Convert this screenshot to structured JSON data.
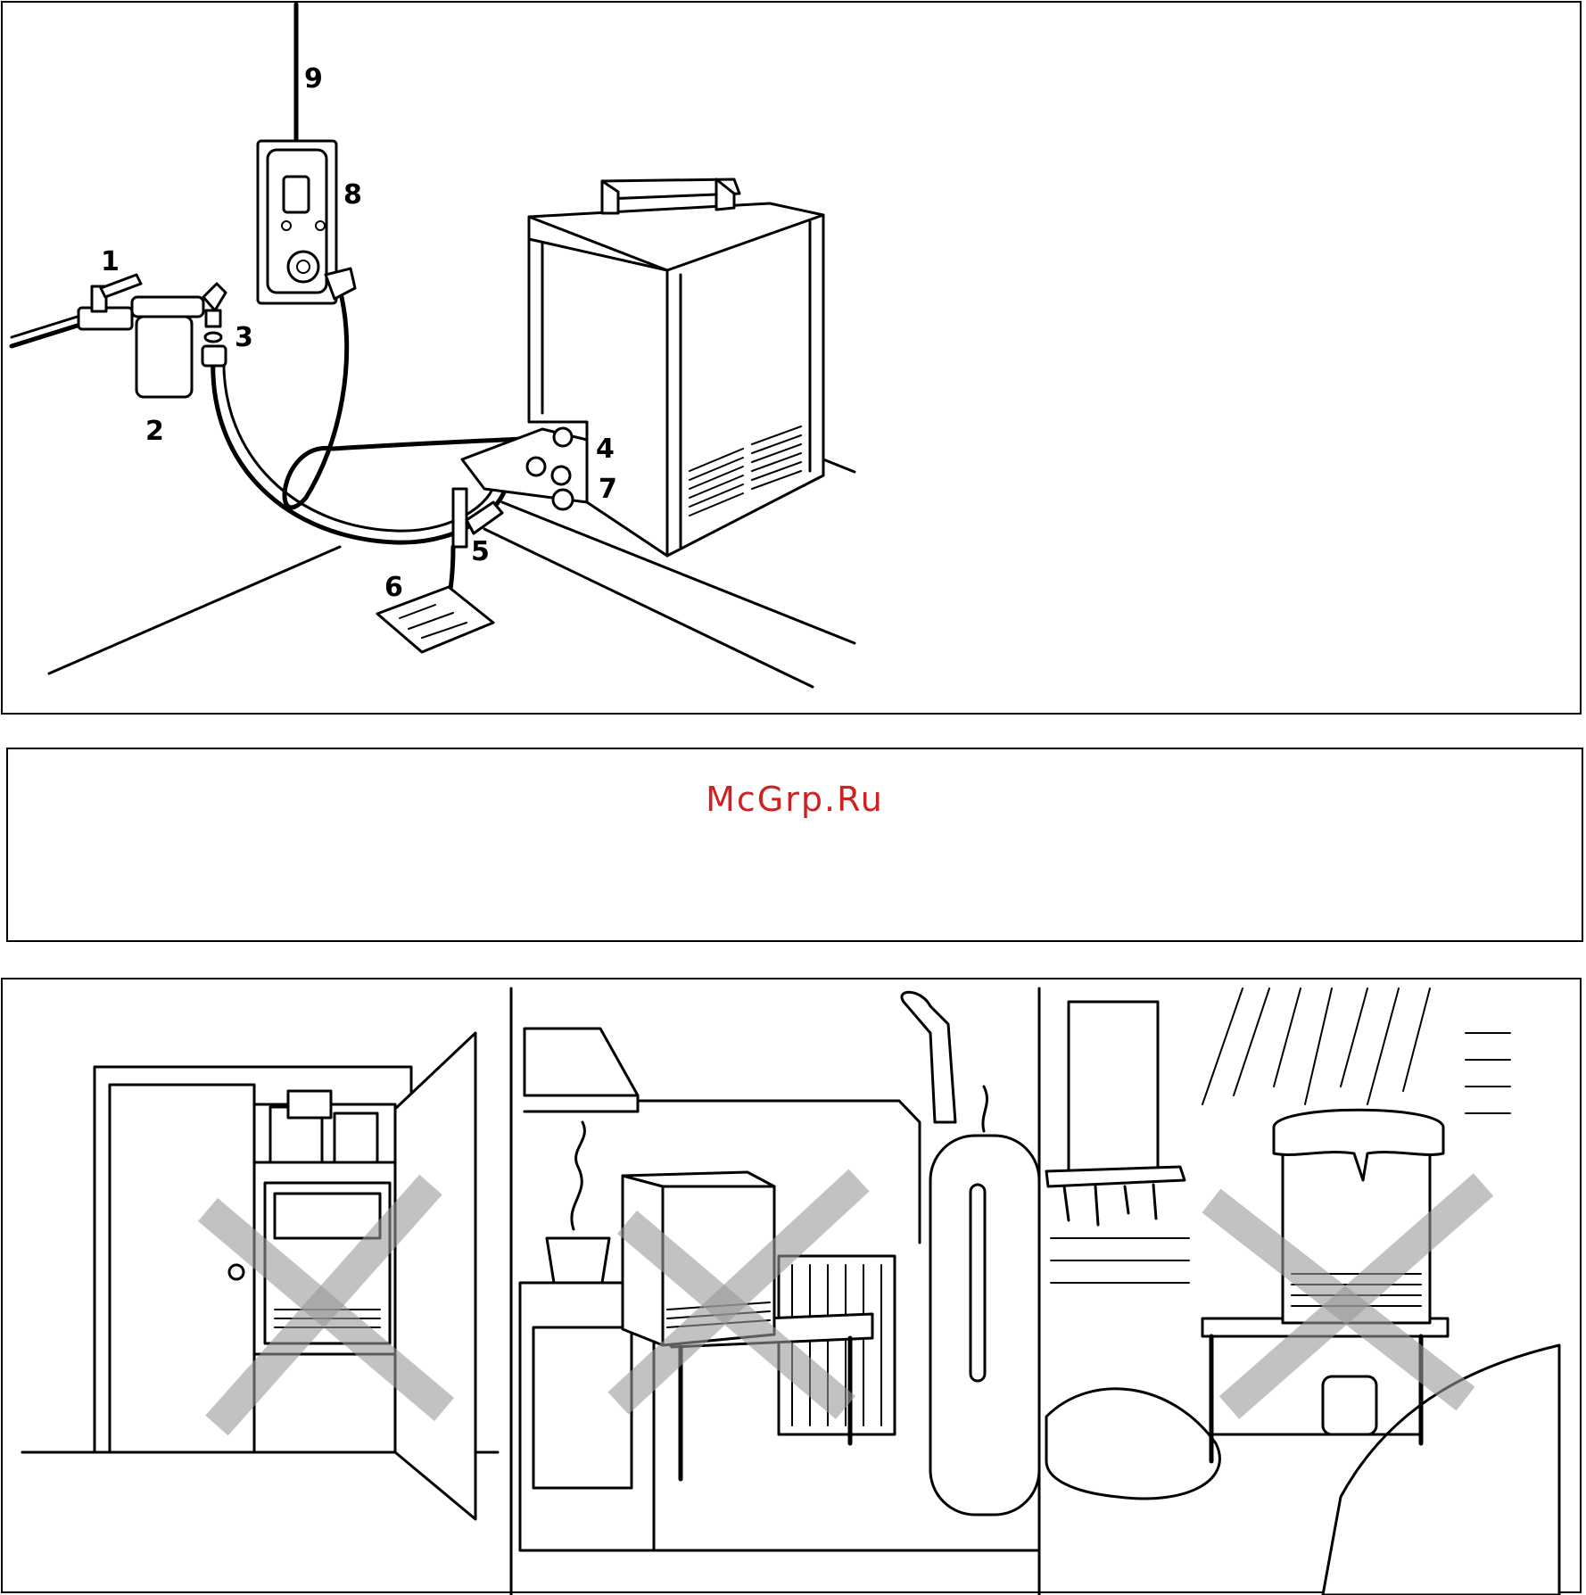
{
  "install_diagram": {
    "callouts": [
      "1",
      "2",
      "3",
      "4",
      "5",
      "6",
      "7",
      "8",
      "9"
    ]
  },
  "watermark": {
    "text": "McGrp.Ru",
    "color": "#cc2222"
  },
  "warning_scenes": [
    {
      "scene": "closed-cupboard",
      "marked": "crossed-out"
    },
    {
      "scene": "next-to-heat-sources",
      "marked": "crossed-out"
    },
    {
      "scene": "outdoors-in-snow",
      "marked": "crossed-out"
    }
  ]
}
